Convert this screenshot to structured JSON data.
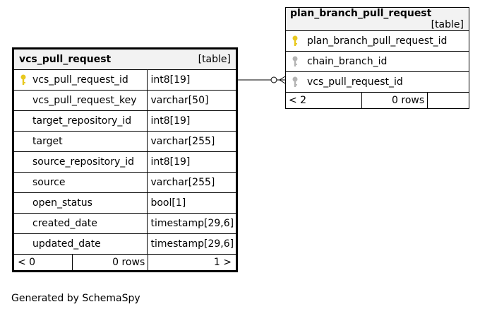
{
  "tables": [
    {
      "name": "vcs_pull_request",
      "kind": "[table]",
      "columns": [
        {
          "name": "vcs_pull_request_id",
          "type": "int8[19]",
          "key": "primary"
        },
        {
          "name": "vcs_pull_request_key",
          "type": "varchar[50]",
          "key": ""
        },
        {
          "name": "target_repository_id",
          "type": "int8[19]",
          "key": ""
        },
        {
          "name": "target",
          "type": "varchar[255]",
          "key": ""
        },
        {
          "name": "source_repository_id",
          "type": "int8[19]",
          "key": ""
        },
        {
          "name": "source",
          "type": "varchar[255]",
          "key": ""
        },
        {
          "name": "open_status",
          "type": "bool[1]",
          "key": ""
        },
        {
          "name": "created_date",
          "type": "timestamp[29,6]",
          "key": ""
        },
        {
          "name": "updated_date",
          "type": "timestamp[29,6]",
          "key": ""
        }
      ],
      "footer": {
        "parents": "< 0",
        "rows": "0 rows",
        "children": "1 >"
      }
    },
    {
      "name": "plan_branch_pull_request",
      "kind": "[table]",
      "columns": [
        {
          "name": "plan_branch_pull_request_id",
          "key": "primary"
        },
        {
          "name": "chain_branch_id",
          "key": "foreign"
        },
        {
          "name": "vcs_pull_request_id",
          "key": "foreign"
        }
      ],
      "footer": {
        "parents": "< 2",
        "rows": "0 rows",
        "children": ""
      }
    }
  ],
  "colors": {
    "primary_key": "#e8c81e",
    "foreign_key": "#b4b4b4",
    "header_bg": "#f2f2f2"
  },
  "credit": "Generated by SchemaSpy"
}
